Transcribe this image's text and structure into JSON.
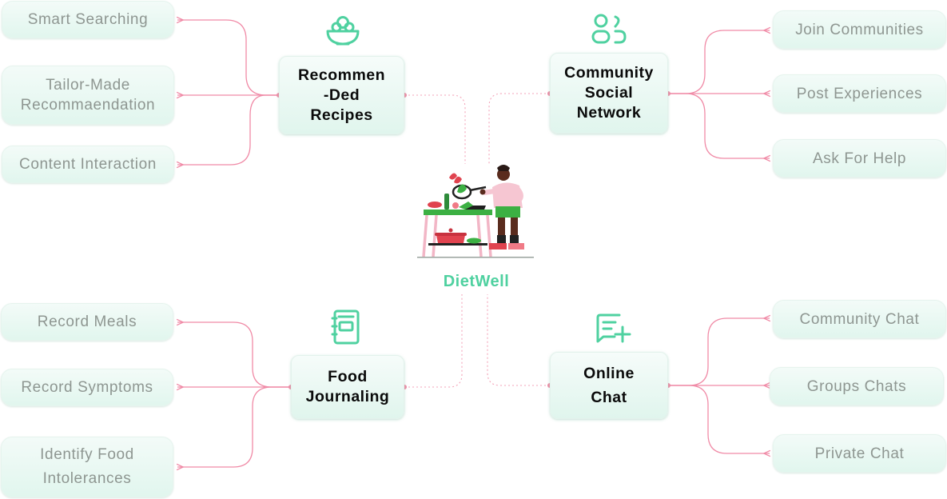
{
  "center": {
    "title": "DietWell"
  },
  "branches": {
    "recipes": {
      "title": "Recommen\n-Ded\nRecipes",
      "icon": "salad-bowl-icon",
      "items": [
        "Smart Searching",
        "Tailor-Made\nRecommaendation",
        "Content Interaction"
      ]
    },
    "community": {
      "title": "Community\nSocial\nNetwork",
      "icon": "users-icon",
      "items": [
        "Join Communities",
        "Post Experiences",
        "Ask For Help"
      ]
    },
    "journal": {
      "title": "Food\nJournaling",
      "icon": "notebook-icon",
      "items": [
        "Record Meals",
        "Record Symptoms",
        "Identify Food\nIntolerances"
      ]
    },
    "chat": {
      "title": "Online\nChat",
      "icon": "message-plus-icon",
      "items": [
        "Community Chat",
        "Groups Chats",
        "Private Chat"
      ]
    }
  },
  "colors": {
    "accent": "#4fd1a0",
    "connector": "#f08aa6",
    "leaf_text": "#8e9691",
    "hub_text": "#0a0a0a",
    "node_fill": "#e6f7f0"
  },
  "illustration": "person-cooking-illustration"
}
